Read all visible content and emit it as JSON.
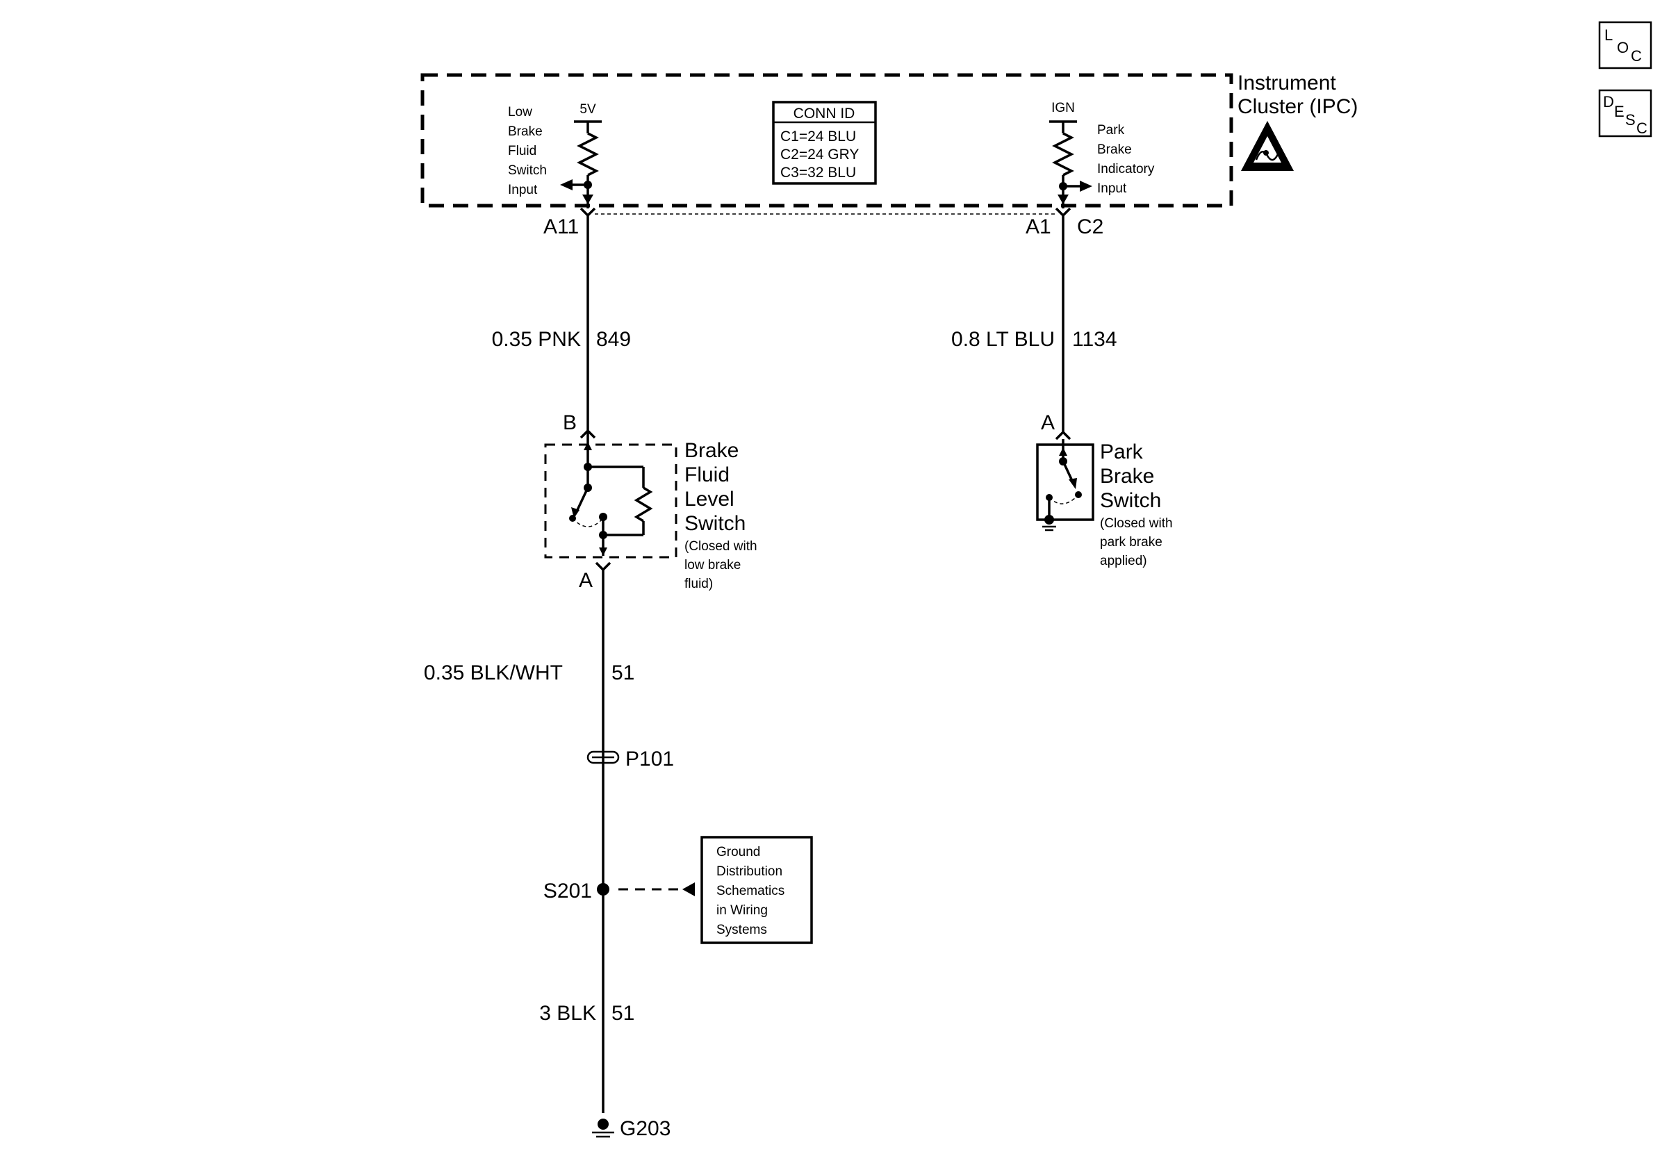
{
  "nav_icons": {
    "loc": {
      "main": "L",
      "sub": "O",
      "sub2": "C"
    },
    "desc": {
      "main": "D",
      "sub": "E",
      "sub2": "S",
      "sub3": "C"
    }
  },
  "ipc": {
    "title_line1": "Instrument",
    "title_line2": "Cluster (IPC)",
    "conn_id": {
      "header": "CONN ID",
      "rows": [
        "C1=24 BLU",
        "C2=24 GRY",
        "C3=32 BLU"
      ]
    },
    "left_input": {
      "supply": "5V",
      "label": [
        "Low",
        "Brake",
        "Fluid",
        "Switch",
        "Input"
      ]
    },
    "right_input": {
      "supply": "IGN",
      "label": [
        "Park",
        "Brake",
        "Indicatory",
        "Input"
      ]
    },
    "esd_icon": "esd-warning-icon"
  },
  "pins": {
    "left": "A11",
    "right_pin": "A1",
    "right_conn": "C2"
  },
  "wires": [
    {
      "size_color": "0.35 PNK",
      "circuit": "849"
    },
    {
      "size_color": "0.8 LT BLU",
      "circuit": "1134"
    },
    {
      "size_color": "0.35 BLK/WHT",
      "circuit": "51"
    },
    {
      "size_color": "3 BLK",
      "circuit": "51"
    }
  ],
  "brake_fluid_switch": {
    "pin_top": "B",
    "pin_bottom": "A",
    "name": [
      "Brake",
      "Fluid",
      "Level",
      "Switch"
    ],
    "note": [
      "(Closed with",
      "low brake",
      "fluid)"
    ]
  },
  "park_brake_switch": {
    "pin_top": "A",
    "name": [
      "Park",
      "Brake",
      "Switch"
    ],
    "note": [
      "(Closed with",
      "park brake",
      "applied)"
    ]
  },
  "pass_through": "P101",
  "splice": "S201",
  "ground": "G203",
  "ground_ref": [
    "Ground",
    "Distribution",
    "Schematics",
    "in Wiring",
    "Systems"
  ]
}
